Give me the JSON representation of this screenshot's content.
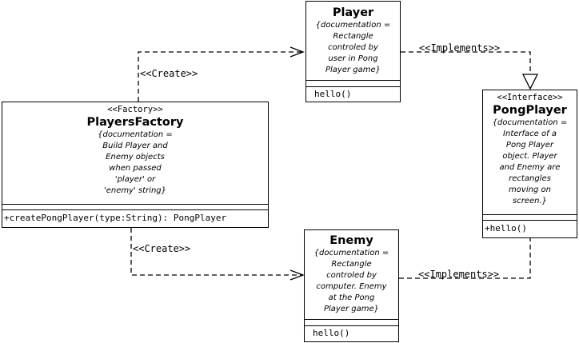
{
  "classes": {
    "player": {
      "name": "Player",
      "doc": [
        "{documentation =",
        "Rectangle",
        "controled by",
        "user in Pong",
        "Player game}"
      ],
      "method": "hello()"
    },
    "factory": {
      "stereotype": "<<Factory>>",
      "name": "PlayersFactory",
      "doc": [
        "{documentation =",
        "Build Player and",
        "Enemy objects",
        "when passed",
        "'player' or",
        "'enemy' string}"
      ],
      "method": "+createPongPlayer(type:String): PongPlayer"
    },
    "enemy": {
      "name": "Enemy",
      "doc": [
        "{documentation =",
        "Rectangle",
        "controled by",
        "computer. Enemy",
        "at the Pong",
        "Player game}"
      ],
      "method": "hello()"
    },
    "pongplayer": {
      "stereotype": "<<Interface>>",
      "name": "PongPlayer",
      "doc": [
        "{documentation =",
        "Interface of a",
        "Pong Player",
        "object. Player",
        "and Enemy are",
        "rectangles",
        "moving on",
        "screen.}"
      ],
      "method": "+hello()"
    }
  },
  "relations": {
    "create_player": "<<Create>>",
    "create_enemy": "<<Create>>",
    "implements_player": "<<Implements>>",
    "implements_enemy": "<<Implements>>"
  }
}
